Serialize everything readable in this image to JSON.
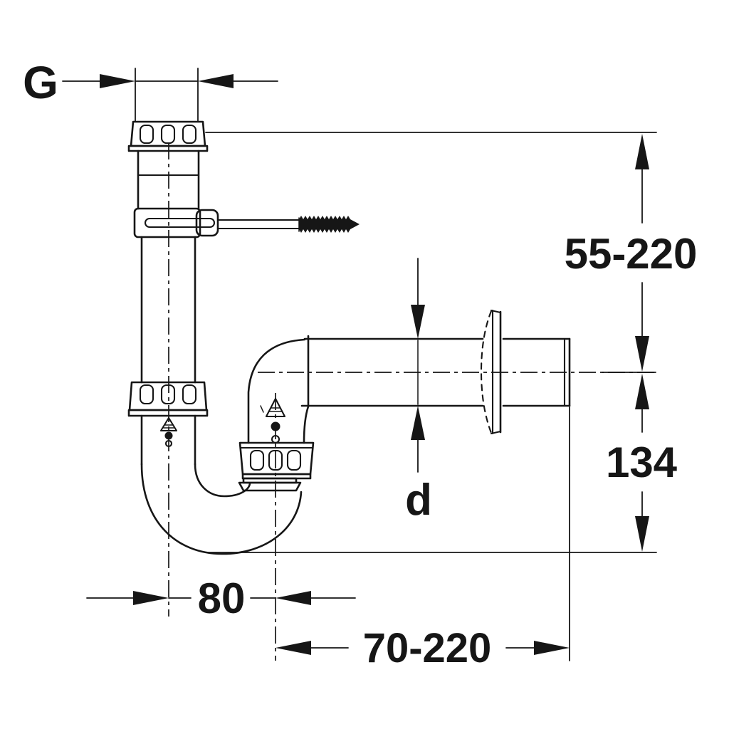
{
  "drawing": {
    "background_color": "#ffffff",
    "line_color": "#161616",
    "dimension_labels": {
      "thread": "G",
      "inlet_height_range": "55-220",
      "outlet_center_height": "134",
      "outlet_diameter": "d",
      "bend_offset": "80",
      "wall_distance_range": "70-220"
    }
  }
}
